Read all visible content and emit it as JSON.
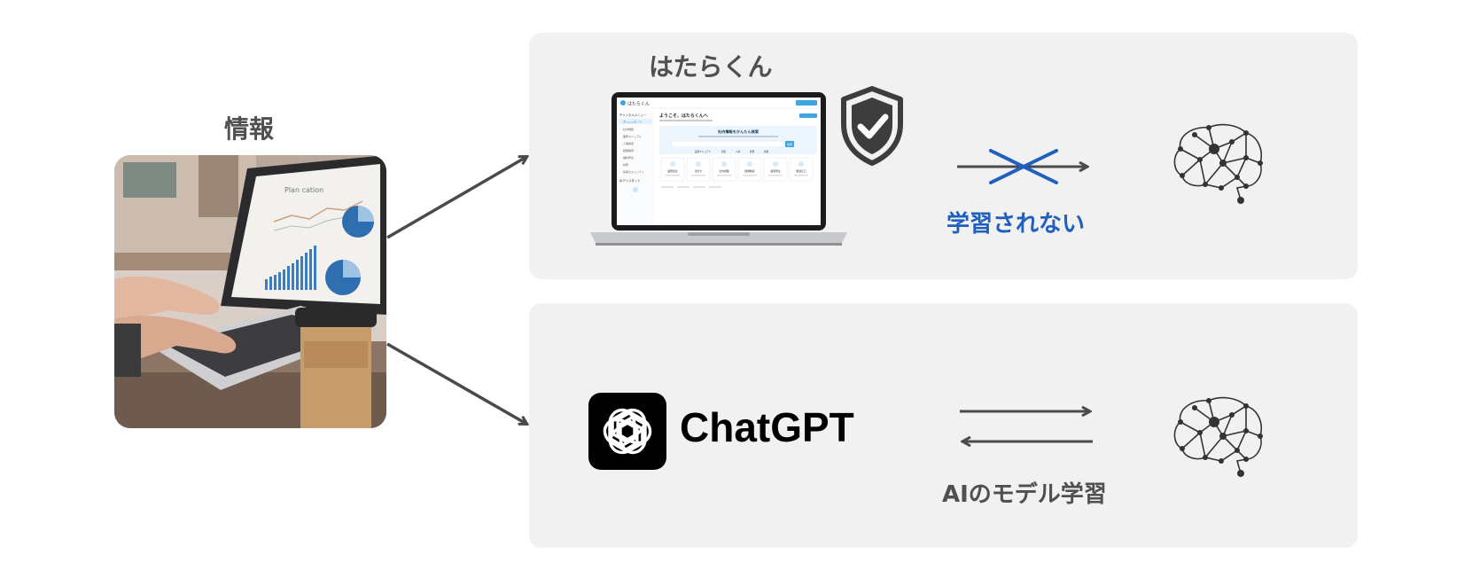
{
  "left": {
    "title": "情報",
    "photo_chart_title": "Plan cation"
  },
  "top_panel": {
    "title": "はたらくん",
    "relation_label": "学習されない",
    "label_color": "#1f5fbf"
  },
  "bottom_panel": {
    "product_name": "ChatGPT",
    "relation_label": "AIのモデル学習"
  },
  "laptop_screen": {
    "app_name": "はたらくん",
    "heading": "ようこそ、はたらくんへ",
    "hero_title": "社内情報をかんたん検索",
    "search_button": "検索",
    "sidebar_sections": [
      "チャンネルメニュー",
      "AIアシスタント"
    ],
    "sidebar_items": [
      "ダッシュボード",
      "社内規程",
      "業務マニュアル",
      "人事制度",
      "経費精算",
      "福利厚生",
      "総務",
      "情報セキュリティ"
    ],
    "tags": [
      "業務マニュアル",
      "規程",
      "人事",
      "経費",
      "総務"
    ],
    "cards": [
      "業務改善",
      "手続き",
      "社内規程",
      "経費精算",
      "福利厚生",
      "相談窓口"
    ]
  },
  "colors": {
    "panel": "#f1f1f1",
    "arrow": "#4a4a4a",
    "cross": "#1f5fbf",
    "text": "#505050"
  },
  "icons": [
    "shield-check-icon",
    "brain-network-icon",
    "openai-logo-icon"
  ]
}
